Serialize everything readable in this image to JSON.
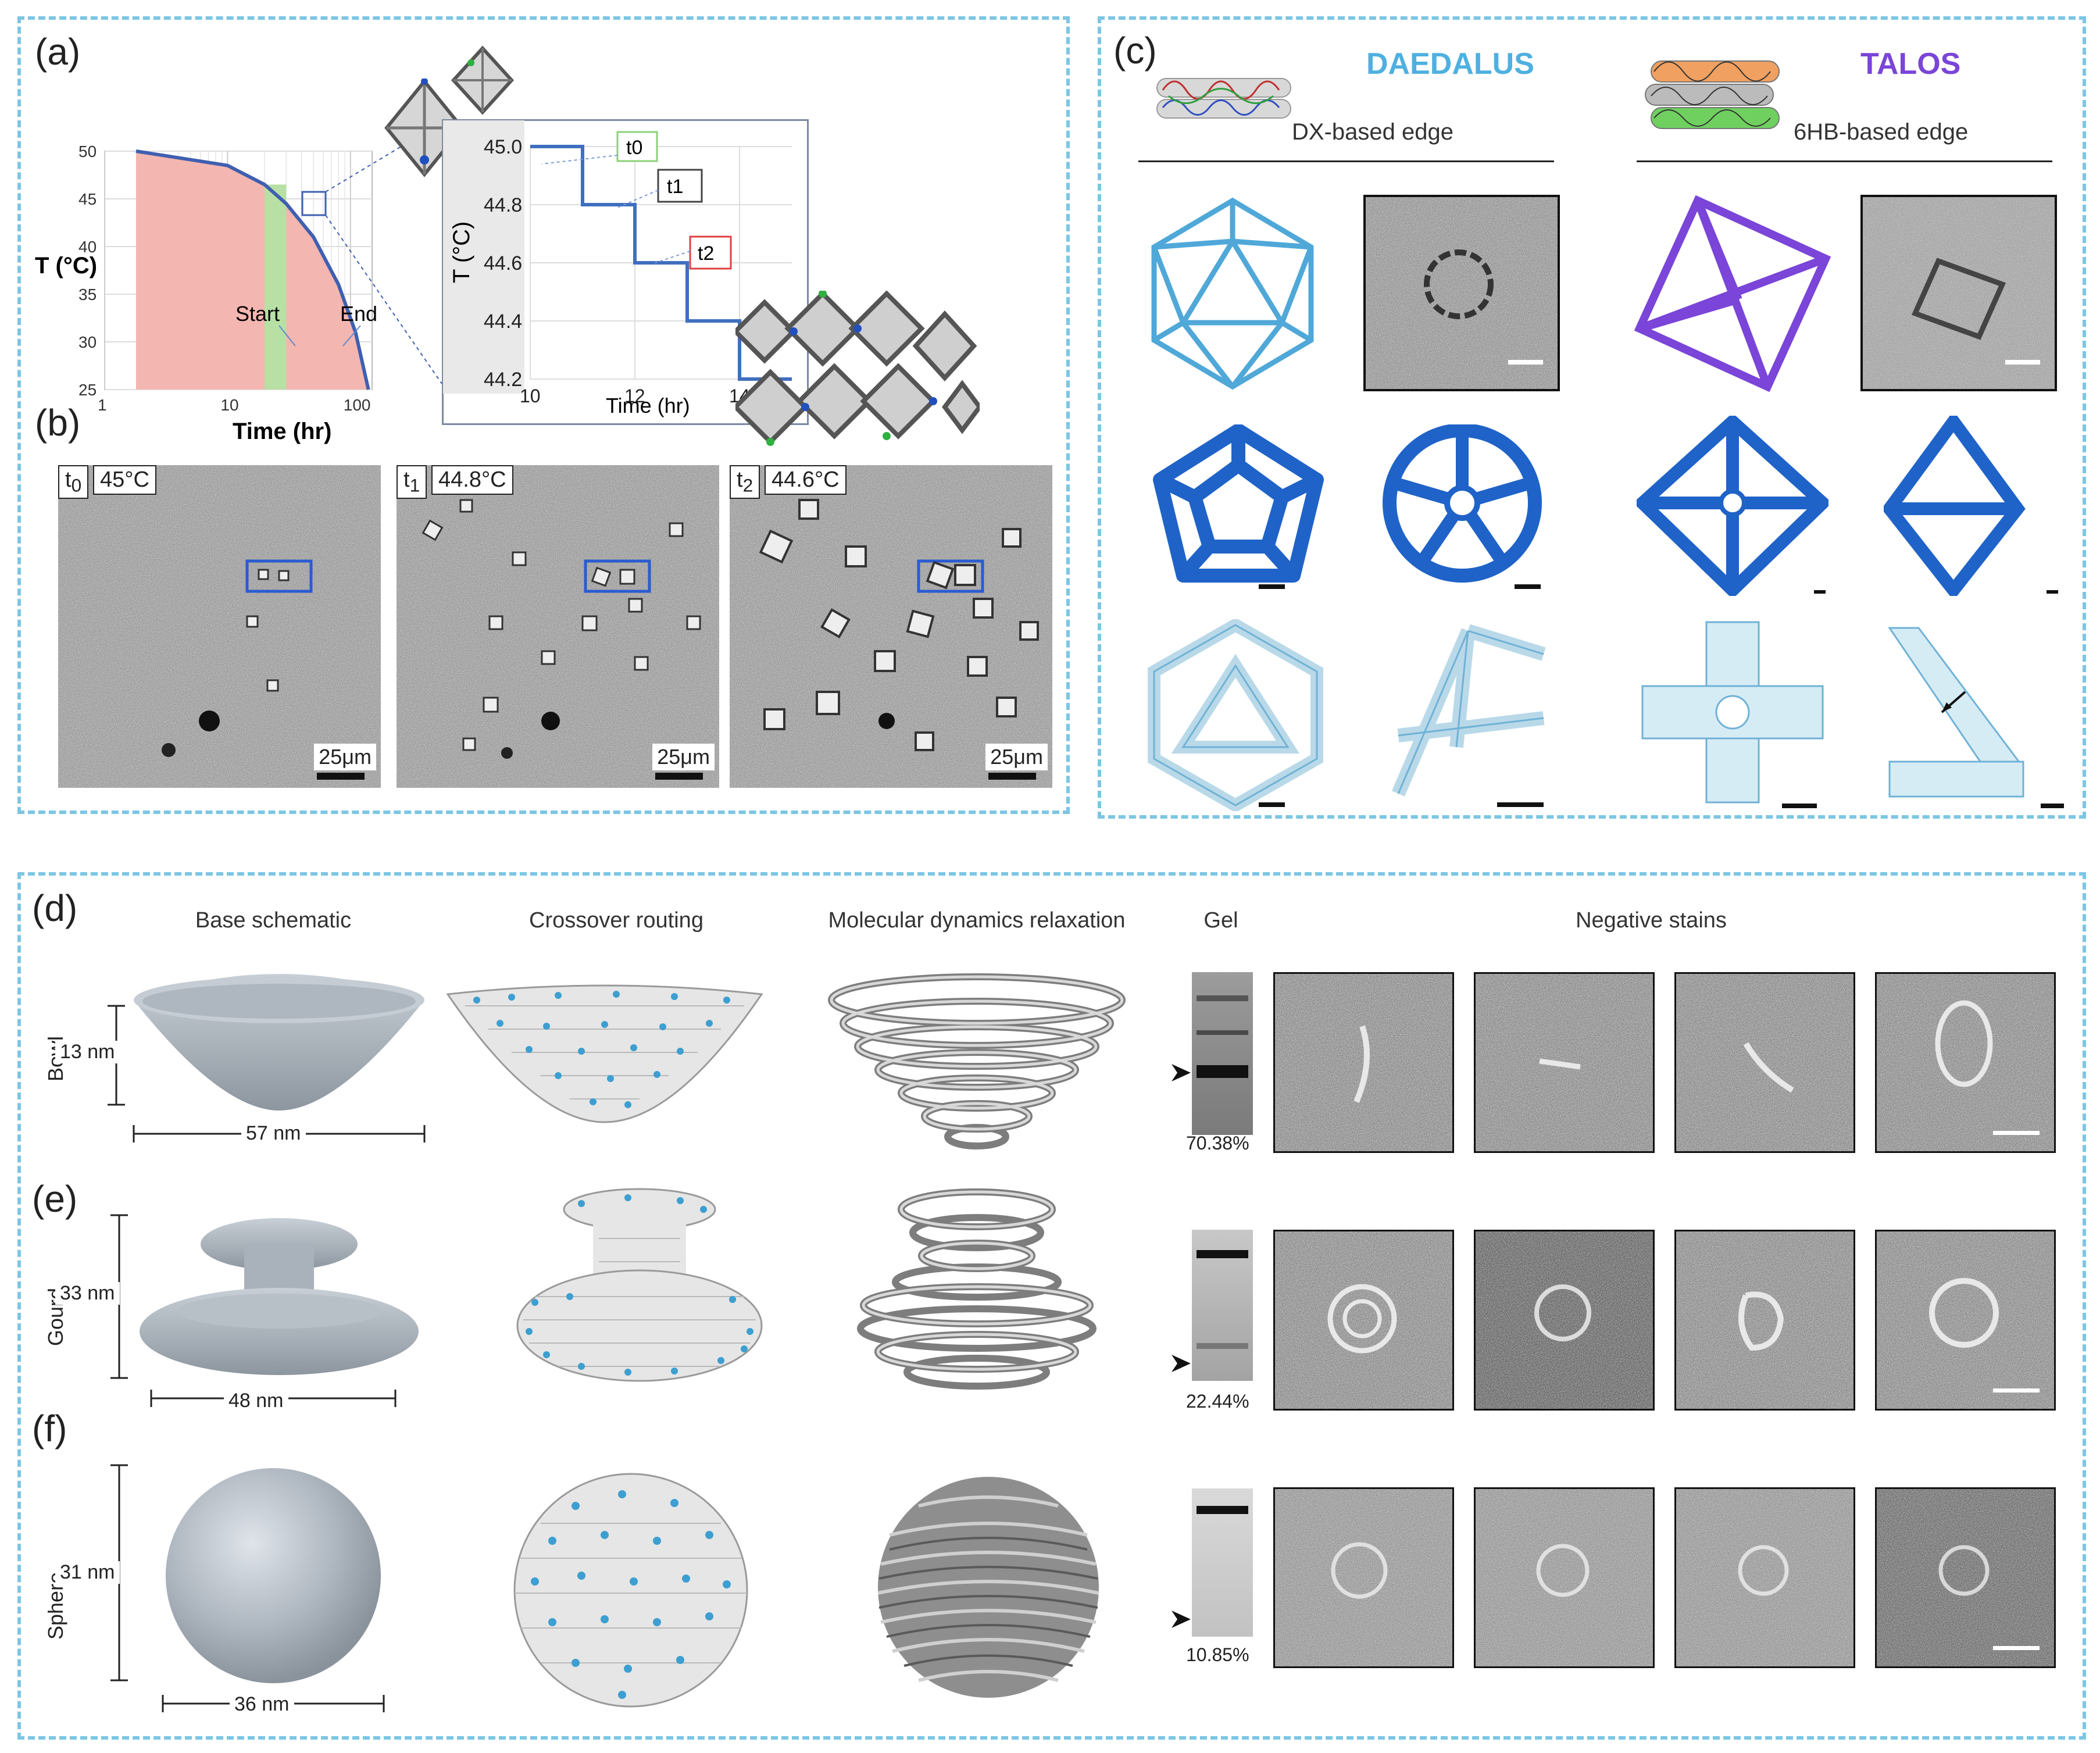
{
  "panels": {
    "a": {
      "label": "(a)"
    },
    "b": {
      "label": "(b)"
    },
    "c": {
      "label": "(c)"
    },
    "d": {
      "label": "(d)"
    },
    "e": {
      "label": "(e)"
    },
    "f": {
      "label": "(f)"
    }
  },
  "chart_data": [
    {
      "type": "area",
      "xlabel": "Time (hr)",
      "ylabel": "T (°C)",
      "x_scale": "log",
      "xlim": [
        1,
        150
      ],
      "ylim": [
        25,
        50
      ],
      "x_ticks": [
        "1",
        "10",
        "100"
      ],
      "y_ticks": [
        "50",
        "45",
        "40",
        "35",
        "30",
        "25"
      ],
      "annotations": [
        "Start",
        "End"
      ],
      "series": [
        {
          "x": [
            1.8,
            10,
            20,
            30,
            50,
            80,
            110,
            140
          ],
          "y": [
            50,
            48.5,
            46.5,
            44.5,
            41,
            36,
            31,
            25
          ]
        }
      ],
      "grid": true,
      "colors": {
        "fill": "#f4b6b0",
        "highlight": "#b8e0a4",
        "line": "#3f5fb0"
      }
    },
    {
      "type": "line",
      "xlabel": "Time (hr)",
      "ylabel": "T (°C)",
      "xlim": [
        10,
        15
      ],
      "ylim": [
        44.2,
        45.0
      ],
      "x_ticks": [
        "10",
        "12",
        "14"
      ],
      "y_ticks": [
        "45.0",
        "44.8",
        "44.6",
        "44.4",
        "44.2"
      ],
      "annotations": [
        "t0",
        "t1",
        "t2"
      ],
      "series": [
        {
          "x": [
            10,
            11,
            11,
            12,
            12,
            13,
            13,
            14,
            14,
            15
          ],
          "y": [
            45.0,
            45.0,
            44.8,
            44.8,
            44.6,
            44.6,
            44.4,
            44.4,
            44.2,
            44.2
          ]
        }
      ],
      "grid": true,
      "colors": {
        "line": "#3f6fbf",
        "t0_box": "#8dd07a",
        "t1_box": "#444444",
        "t2_box": "#e04040"
      }
    }
  ],
  "b_images": [
    {
      "tag_t": "t",
      "tag_sub": "0",
      "temp": "45°C",
      "scale": "25μm"
    },
    {
      "tag_t": "t",
      "tag_sub": "1",
      "temp": "44.8°C",
      "scale": "25μm"
    },
    {
      "tag_t": "t",
      "tag_sub": "2",
      "temp": "44.6°C",
      "scale": "25μm"
    }
  ],
  "c": {
    "left_title": "DAEDALUS",
    "left_sub": "DX-based edge",
    "right_title": "TALOS",
    "right_sub": "6HB-based edge",
    "colors": {
      "daedalus": "#4fb0e0",
      "talos": "#7a45d8",
      "model_blue": "#1f63c8"
    }
  },
  "def": {
    "col_heads": [
      "Base schematic",
      "Crossover routing",
      "Molecular dynamics relaxation",
      "Gel",
      "Negative stains"
    ],
    "rows": [
      {
        "name": "Bowl",
        "height": "13 nm",
        "width": "57 nm",
        "gel_pct": "70.38%"
      },
      {
        "name": "Gourd",
        "height": "33 nm",
        "width": "48 nm",
        "gel_pct": "22.44%"
      },
      {
        "name": "Sphere",
        "height": "31 nm",
        "width": "36 nm",
        "gel_pct": "10.85%"
      }
    ]
  }
}
